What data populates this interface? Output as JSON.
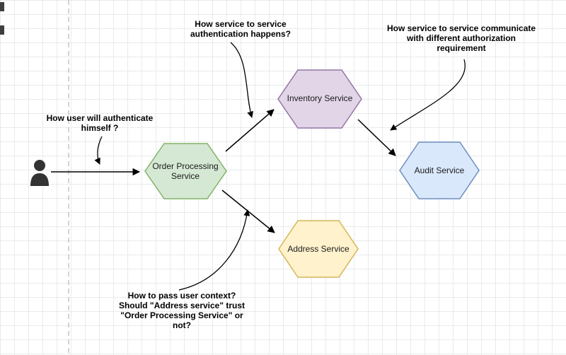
{
  "canvas": {
    "background_color": "#ffffff",
    "grid_color": "#e7eaec",
    "dashed_line_color": "#bdbdbd"
  },
  "nodes": [
    {
      "id": "order-processing",
      "label": "Order Processing\nService",
      "shape": "hexagon",
      "fill": "#d5e8d4",
      "stroke": "#82b366"
    },
    {
      "id": "inventory",
      "label": "Inventory Service",
      "shape": "hexagon",
      "fill": "#e1d5e7",
      "stroke": "#9673a6"
    },
    {
      "id": "audit",
      "label": "Audit Service",
      "shape": "hexagon",
      "fill": "#dae8fc",
      "stroke": "#6c8ebf"
    },
    {
      "id": "address",
      "label": "Address Service",
      "shape": "hexagon",
      "fill": "#fff2cc",
      "stroke": "#d6b656"
    }
  ],
  "actors": [
    {
      "id": "user",
      "icon": "person-icon"
    }
  ],
  "edges": [
    {
      "from": "user",
      "to": "order-processing"
    },
    {
      "from": "order-processing",
      "to": "inventory"
    },
    {
      "from": "inventory",
      "to": "audit"
    },
    {
      "from": "order-processing",
      "to": "address"
    }
  ],
  "annotations": [
    {
      "id": "user-auth",
      "text": "How user will authenticate\nhimself ?"
    },
    {
      "id": "svc-auth",
      "text": "How service to service\nauthentication happens?"
    },
    {
      "id": "svc-comm",
      "text": "How service to service communicate\nwith different authorization\nrequirement"
    },
    {
      "id": "user-context",
      "text": "How to pass user context?\nShould \"Address service\" trust\n\"Order Processing Service\" or\nnot?"
    }
  ]
}
